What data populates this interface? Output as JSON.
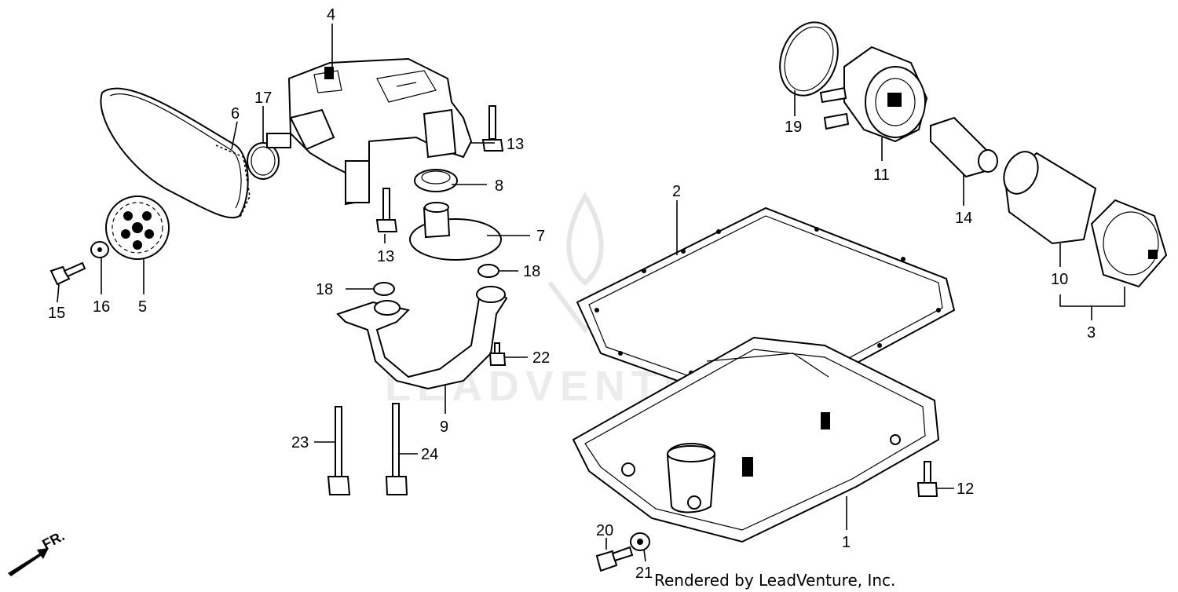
{
  "diagram": {
    "callouts": {
      "p1": "1",
      "p2": "2",
      "p3": "3",
      "p4": "4",
      "p5": "5",
      "p6": "6",
      "p7": "7",
      "p8": "8",
      "p9": "9",
      "p10": "10",
      "p11": "11",
      "p12": "12",
      "p13a": "13",
      "p13b": "13",
      "p14": "14",
      "p15": "15",
      "p16": "16",
      "p17": "17",
      "p18a": "18",
      "p18b": "18",
      "p19": "19",
      "p20": "20",
      "p21": "21",
      "p22": "22",
      "p23": "23",
      "p24": "24"
    },
    "direction_label": "FR.",
    "watermark_text": "LEADVENTURE",
    "credit": "Rendered by LeadVenture, Inc."
  }
}
